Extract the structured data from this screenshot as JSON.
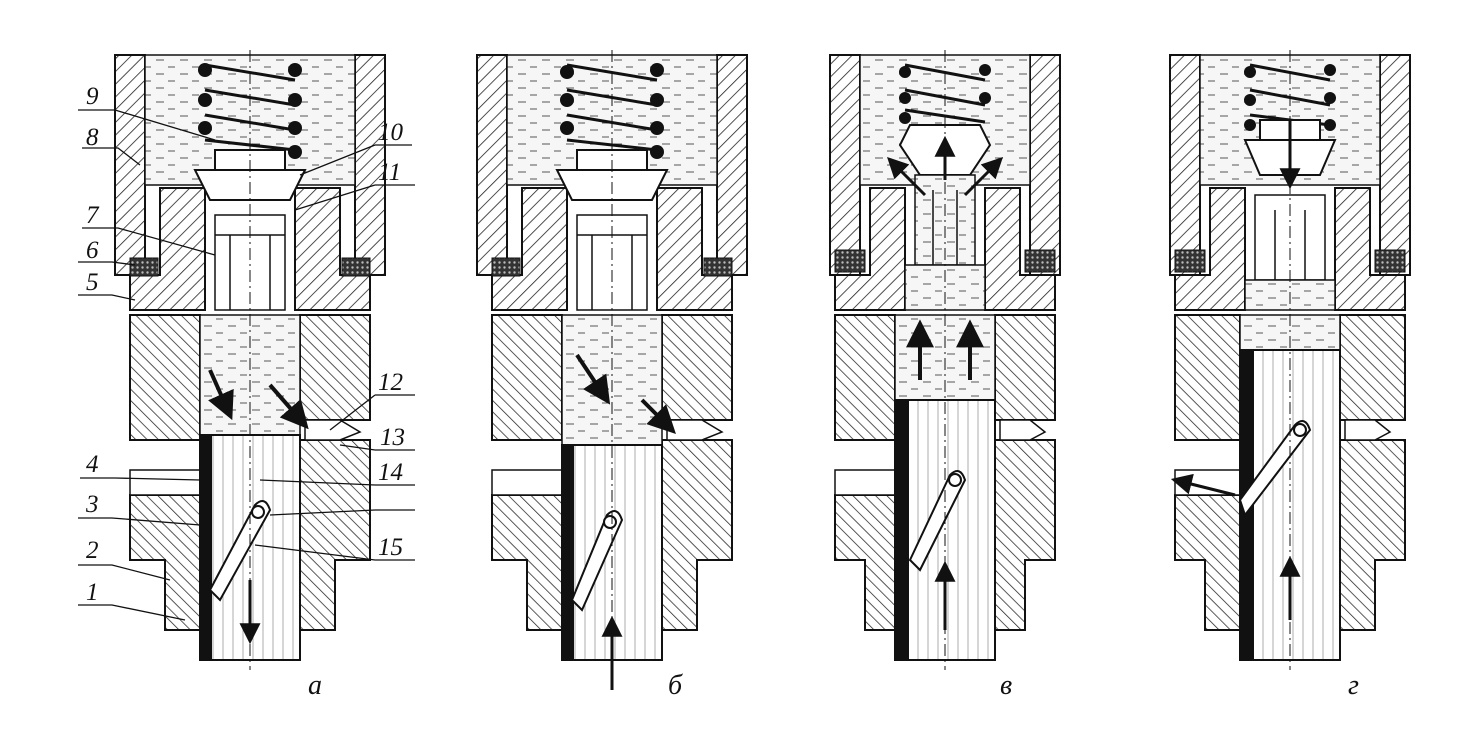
{
  "figure": {
    "panels": [
      {
        "caption": "а"
      },
      {
        "caption": "б"
      },
      {
        "caption": "в"
      },
      {
        "caption": "г"
      }
    ],
    "labels": {
      "n1": "1",
      "n2": "2",
      "n3": "3",
      "n4": "4",
      "n5": "5",
      "n6": "6",
      "n7": "7",
      "n8": "8",
      "n9": "9",
      "n10": "10",
      "n11": "11",
      "n12": "12",
      "n13": "13",
      "n14": "14",
      "n15": "15"
    }
  }
}
